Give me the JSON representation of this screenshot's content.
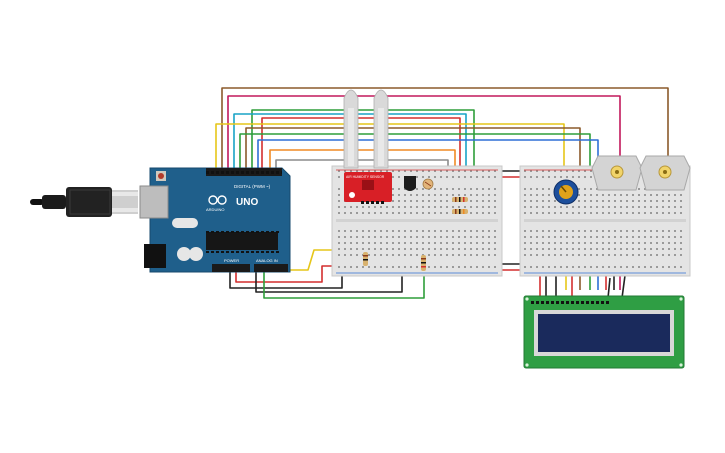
{
  "canvas": {
    "background": "#ffffff"
  },
  "arduino": {
    "model_label": "UNO",
    "brand_label": "ARDUINO",
    "digital_header_label": "DIGITAL (PWM ~)",
    "power_label": "POWER",
    "analog_label": "ANALOG IN",
    "board_color": "#1f5f8b"
  },
  "sensor_module": {
    "label": "AIR HUMIDITY SENSOR",
    "board_color": "#d81f26"
  },
  "lcd": {
    "board_color": "#2f9e44",
    "screen_color": "#1a2a5c"
  },
  "wire_colors": {
    "red": "#d32f2f",
    "black": "#222222",
    "green": "#2e9e3a",
    "yellow": "#e6c619",
    "brown": "#8b5a2b",
    "magenta": "#c2185b",
    "cyan": "#19a3c6",
    "blue": "#2f6fd6",
    "orange": "#f08a24",
    "gray": "#8c8c8c"
  }
}
